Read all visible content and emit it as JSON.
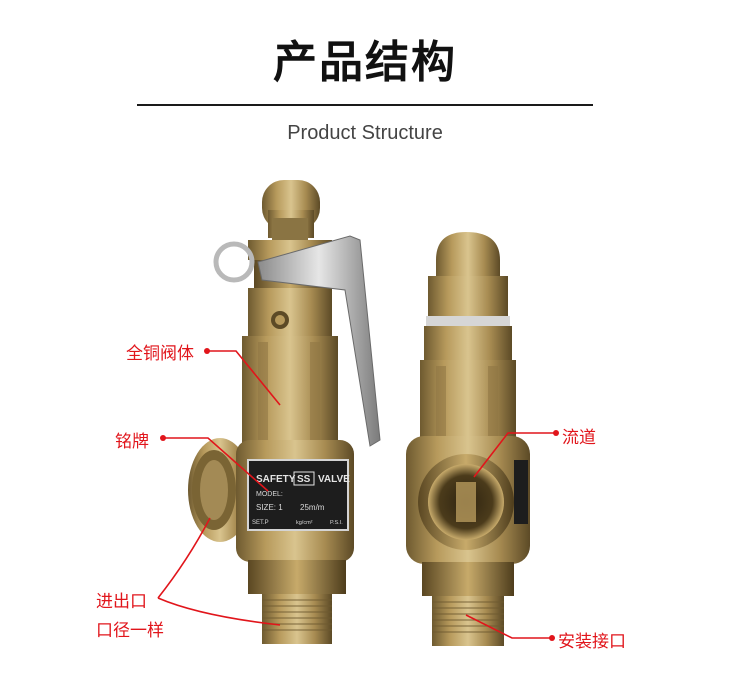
{
  "header": {
    "title": "产品结构",
    "subtitle": "Product Structure"
  },
  "nameplate": {
    "brand_left": "SAFETY",
    "brand_box": "SS",
    "brand_right": "VALVE",
    "model_label": "MODEL:",
    "size_label": "SIZE: 1",
    "size_value": "25m/m",
    "set_label": "SET.P",
    "unit_kg": "kg/cm²",
    "unit_psi": "P.S.I."
  },
  "callouts": {
    "body": "全铜阀体",
    "nameplate": "铭牌",
    "inlet_outlet_line1": "进出口",
    "inlet_outlet_line2": "口径一样",
    "flow_channel": "流道",
    "mounting": "安装接口"
  },
  "colors": {
    "accent_red": "#e1151b",
    "brass_mid": "#b79a5c",
    "brass_dark": "#6e5a30",
    "brass_light": "#d9c48e"
  }
}
